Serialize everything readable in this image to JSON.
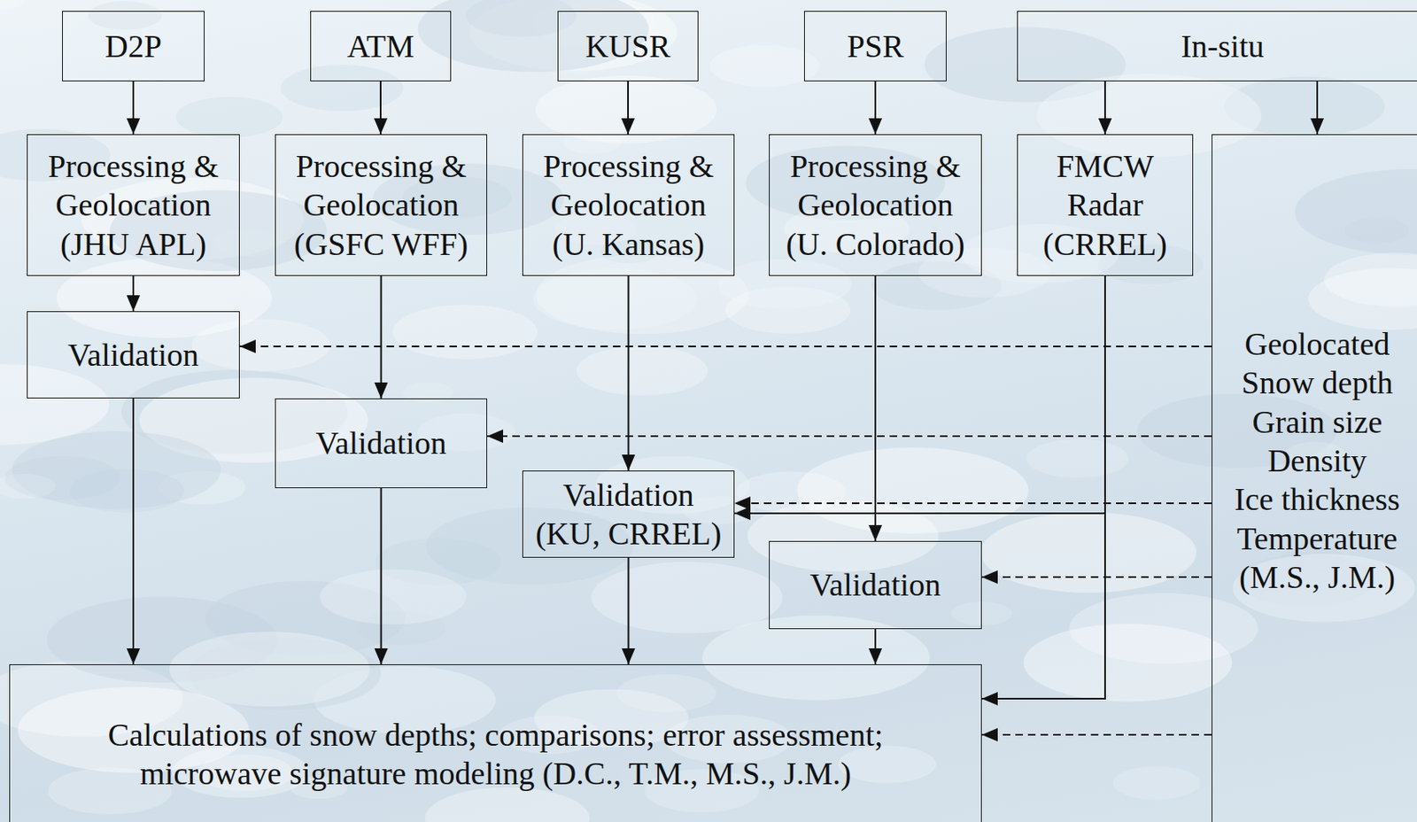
{
  "diagram": {
    "nodes": [
      {
        "text": [
          "D2P"
        ]
      },
      {
        "text": [
          "ATM"
        ]
      },
      {
        "text": [
          "KUSR"
        ]
      },
      {
        "text": [
          "PSR"
        ]
      },
      {
        "text": [
          "In-situ"
        ]
      },
      {
        "text": [
          "Processing & Geolocation (JHU APL)"
        ]
      },
      {
        "text": [
          "Processing & Geolocation (GSFC WFF)"
        ]
      },
      {
        "text": [
          "Processing & Geolocation (U. Kansas)"
        ]
      },
      {
        "text": [
          "Processing & Geolocation (U. Colorado)"
        ]
      },
      {
        "text": [
          "FMCW Radar (CRREL)"
        ]
      },
      {
        "text": [
          "Geolocated",
          "Snow depth",
          "Grain size",
          "Density",
          "Ice thickness",
          "Temperature",
          "(M.S., J.M.)"
        ]
      },
      {
        "text": [
          "Validation"
        ]
      },
      {
        "text": [
          "Validation"
        ]
      },
      {
        "text": [
          "Validation (KU, CRREL)"
        ]
      },
      {
        "text": [
          "Validation"
        ]
      },
      {
        "text": [
          "Calculations of snow depths; comparisons; error assessment; microwave signature modeling (D.C., T.M., M.S., J.M.)"
        ]
      }
    ],
    "edges": [
      {
        "from": 0,
        "to": 5,
        "arrow": "to"
      },
      {
        "from": 1,
        "to": 6,
        "arrow": "to"
      },
      {
        "from": 2,
        "to": 7,
        "arrow": "to"
      },
      {
        "from": 3,
        "to": 8,
        "arrow": "to"
      },
      {
        "from": 4,
        "to": 9,
        "arrow": "to"
      },
      {
        "from": 4,
        "to": 10,
        "arrow": "to"
      },
      {
        "from": 5,
        "to": 11,
        "arrow": "to"
      },
      {
        "from": 6,
        "to": 12,
        "arrow": "to"
      },
      {
        "from": 7,
        "to": 13,
        "arrow": "to"
      },
      {
        "from": 8,
        "to": 14,
        "arrow": "to"
      },
      {
        "from": 10,
        "to": 11,
        "arrow": "to"
      },
      {
        "from": 10,
        "to": 12,
        "arrow": "to"
      },
      {
        "from": 10,
        "to": 13,
        "arrow": "to"
      },
      {
        "from": 9,
        "to": 13,
        "arrow": "to"
      },
      {
        "from": 10,
        "to": 14,
        "arrow": "to"
      },
      {
        "from": 11,
        "to": 15,
        "arrow": "to"
      },
      {
        "from": 12,
        "to": 15,
        "arrow": "to"
      },
      {
        "from": 13,
        "to": 15,
        "arrow": "to"
      },
      {
        "from": 14,
        "to": 15,
        "arrow": "to"
      },
      {
        "from": 9,
        "to": 15,
        "arrow": "to"
      },
      {
        "from": 10,
        "to": 15,
        "arrow": "to"
      }
    ]
  }
}
